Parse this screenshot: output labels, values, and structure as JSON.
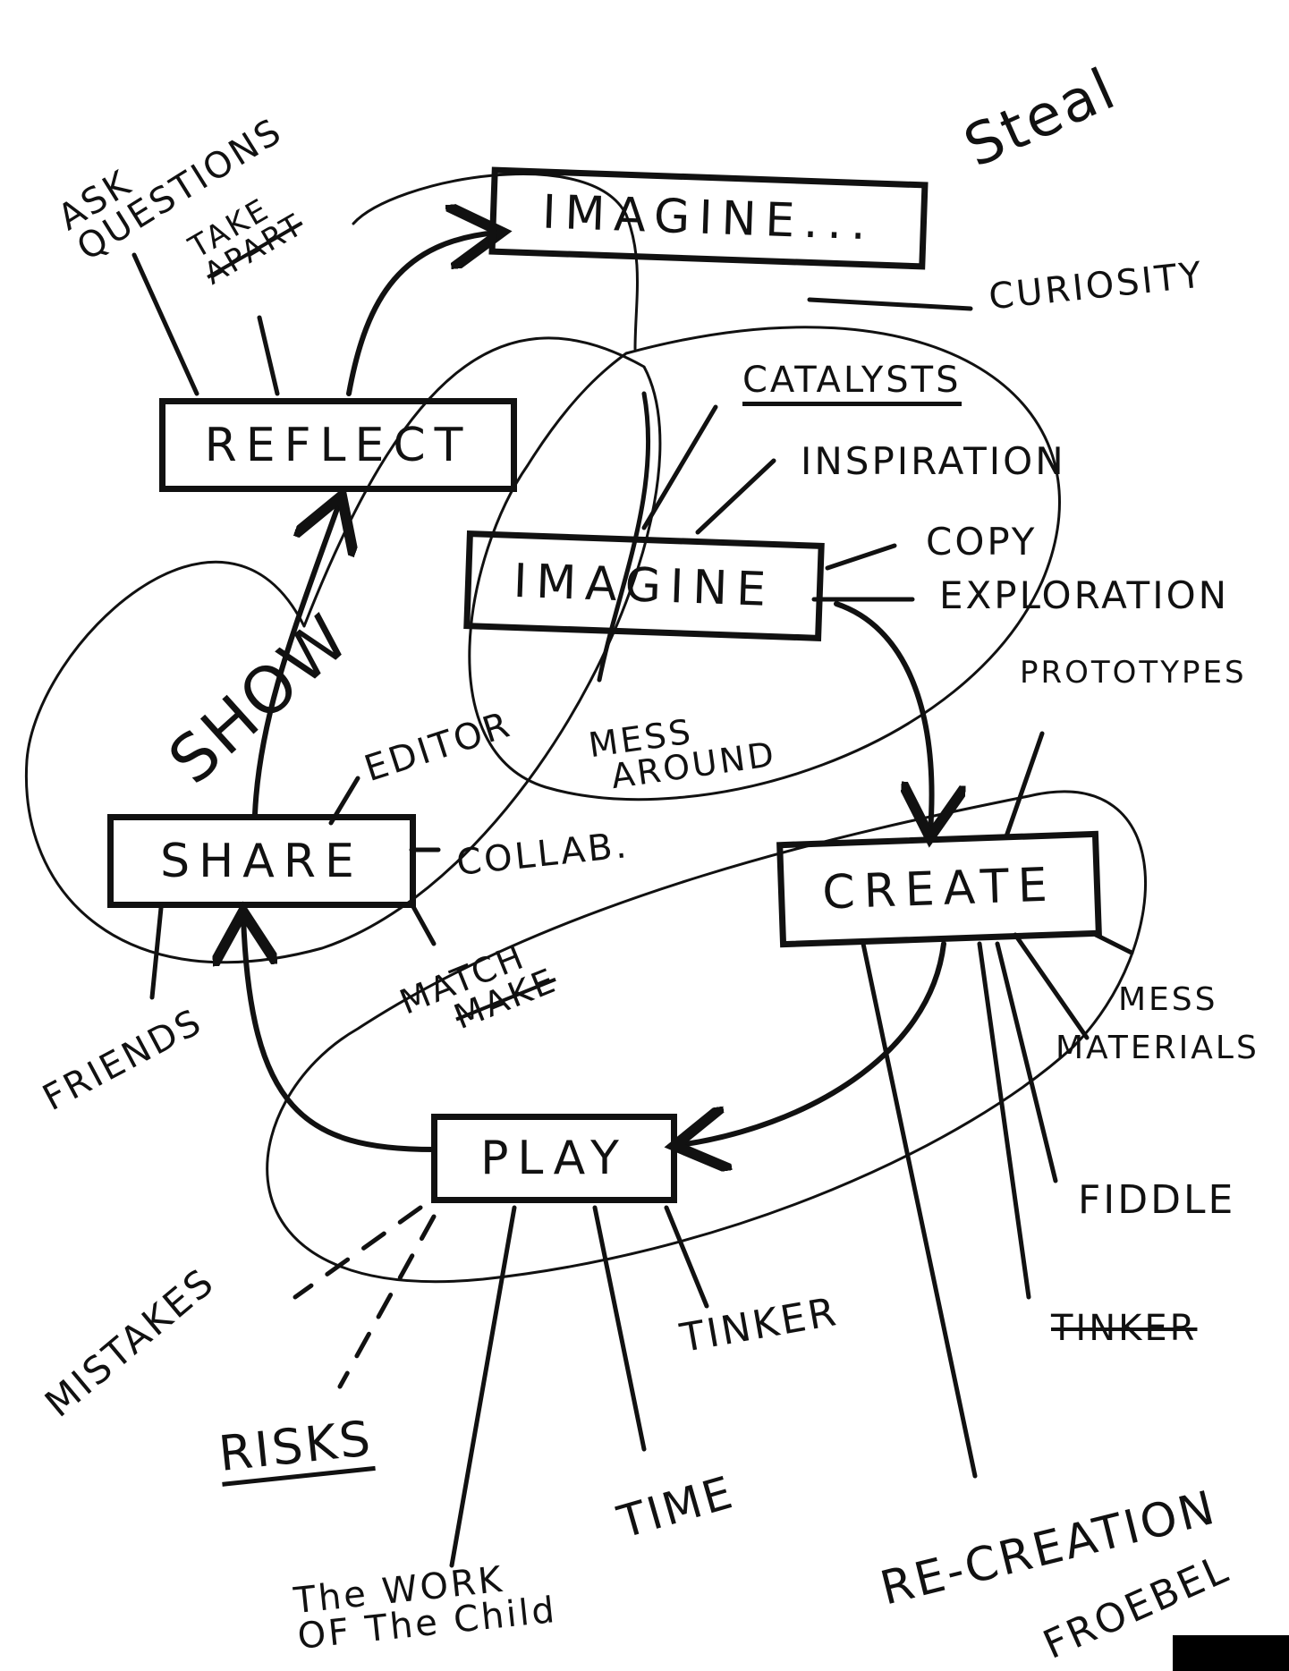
{
  "nodes": {
    "imagine_top": "IMAGINE...",
    "reflect": "REFLECT",
    "imagine": "IMAGINE",
    "share": "SHARE",
    "create": "CREATE",
    "play": "PLAY"
  },
  "labels": {
    "ask_questions": [
      "ASK",
      "QUESTIONS"
    ],
    "take_apart": [
      "TAKE",
      "APART"
    ],
    "steal": "Steal",
    "curiosity": "CURIOSITY",
    "catalysts": "CATALYSTS",
    "inspiration": "INSPIRATION",
    "copy": "COPY",
    "exploration": "EXPLORATION",
    "prototypes": "PROTOTYPES",
    "show": "SHOW",
    "editor": "EDITOR",
    "collab": "COLLAB.",
    "mess_around": [
      "MESS",
      "AROUND"
    ],
    "match_make": [
      "MATCH",
      "MAKE"
    ],
    "friends": "FRIENDS",
    "mess_materials": [
      "MESS",
      "MATERIALS"
    ],
    "fiddle": "FIDDLE",
    "tinker_right": "TINKER",
    "tinker": "TINKER",
    "mistakes": "MISTAKES",
    "risks": "RISKS",
    "time": "TIME",
    "work_of_child": [
      "The WORK",
      "OF The Child"
    ],
    "recreation": "RE-CREATION",
    "froebel": "FROEBEL"
  }
}
